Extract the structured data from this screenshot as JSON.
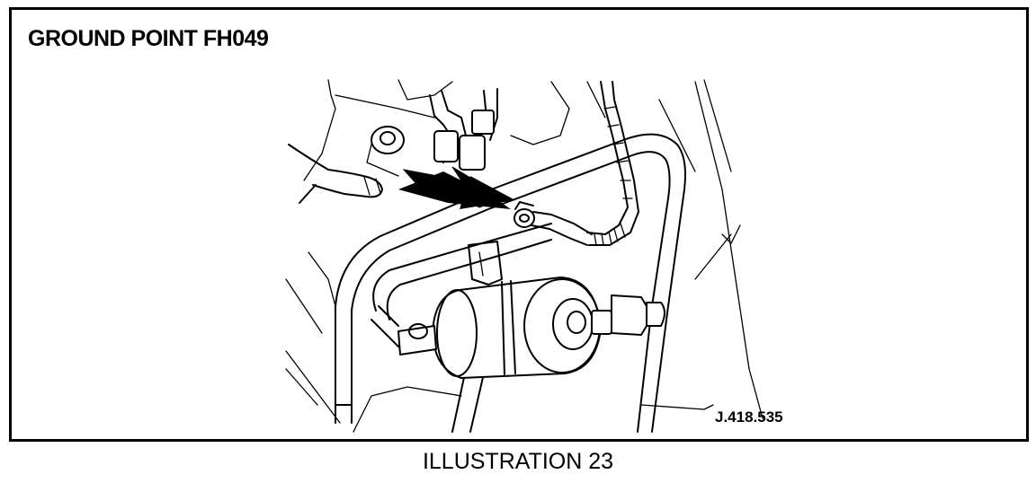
{
  "header": {
    "title": "GROUND POINT FH049"
  },
  "figure": {
    "reference_code": "J.418.535",
    "caption": "ILLUSTRATION 23",
    "icons": [
      "arrow-indicator",
      "fuel-filter",
      "ground-connector",
      "wiring-harness"
    ]
  },
  "colors": {
    "line": "#000000",
    "background": "#ffffff"
  }
}
